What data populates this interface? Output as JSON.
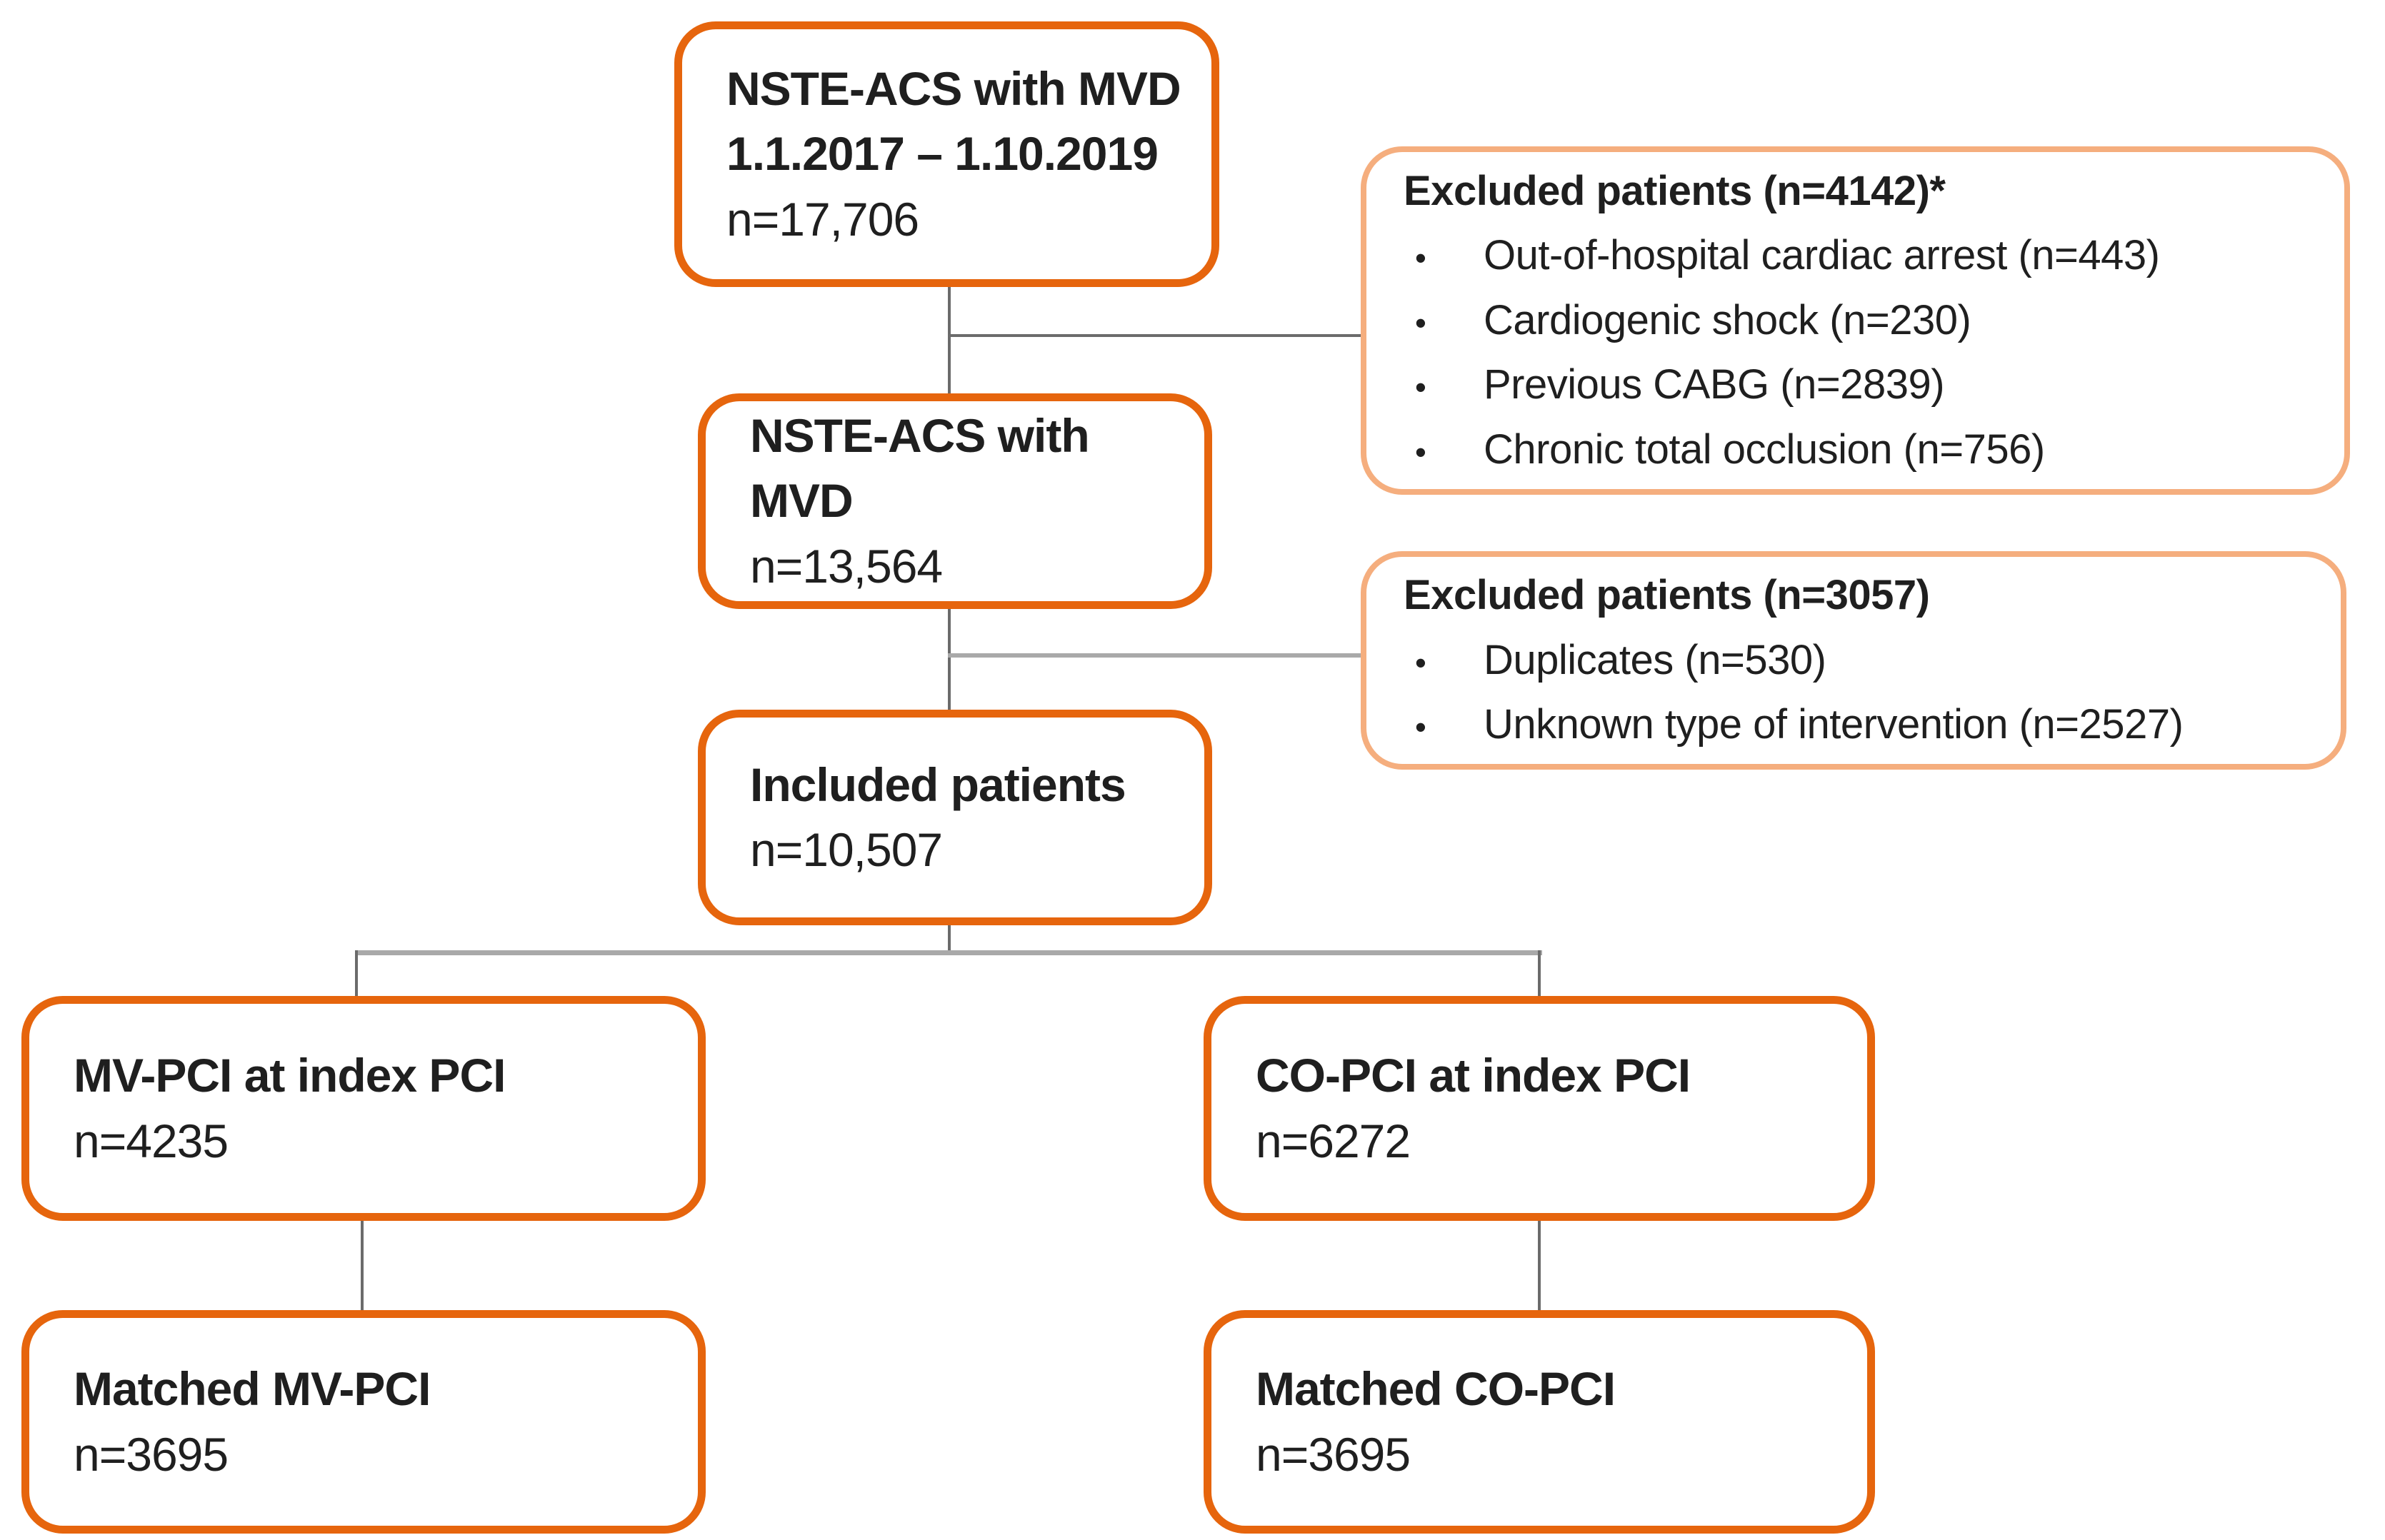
{
  "diagram": {
    "bullet_glyph": "•",
    "colors": {
      "main_border": "#E6650D",
      "light_border": "#F5AE7E",
      "text": "#1F1F1F",
      "connector": "#6B6B6B",
      "split_connector": "#A9A9A9",
      "background": "#FFFFFF"
    },
    "nodes": {
      "initial": {
        "line1": "NSTE-ACS with MVD",
        "line2": "1.1.2017 – 1.10.2019",
        "n": "n=17,706"
      },
      "excluded1": {
        "title": "Excluded patients (n=4142)*",
        "items": [
          "Out-of-hospital cardiac arrest (n=443)",
          "Cardiogenic shock (n=230)",
          "Previous CABG (n=2839)",
          "Chronic total occlusion (n=756)"
        ]
      },
      "nste_mvd": {
        "line1": "NSTE-ACS with MVD",
        "n": "n=13,564"
      },
      "excluded2": {
        "title": "Excluded patients (n=3057)",
        "items": [
          "Duplicates (n=530)",
          "Unknown type of intervention (n=2527)"
        ]
      },
      "included": {
        "line1": "Included patients",
        "n": "n=10,507"
      },
      "mv_pci": {
        "line1": "MV-PCI at index PCI",
        "n": "n=4235"
      },
      "co_pci": {
        "line1": "CO-PCI at index PCI",
        "n": "n=6272"
      },
      "matched_mv": {
        "line1": "Matched MV-PCI",
        "n": "n=3695"
      },
      "matched_co": {
        "line1": "Matched CO-PCI",
        "n": "n=3695"
      }
    }
  }
}
